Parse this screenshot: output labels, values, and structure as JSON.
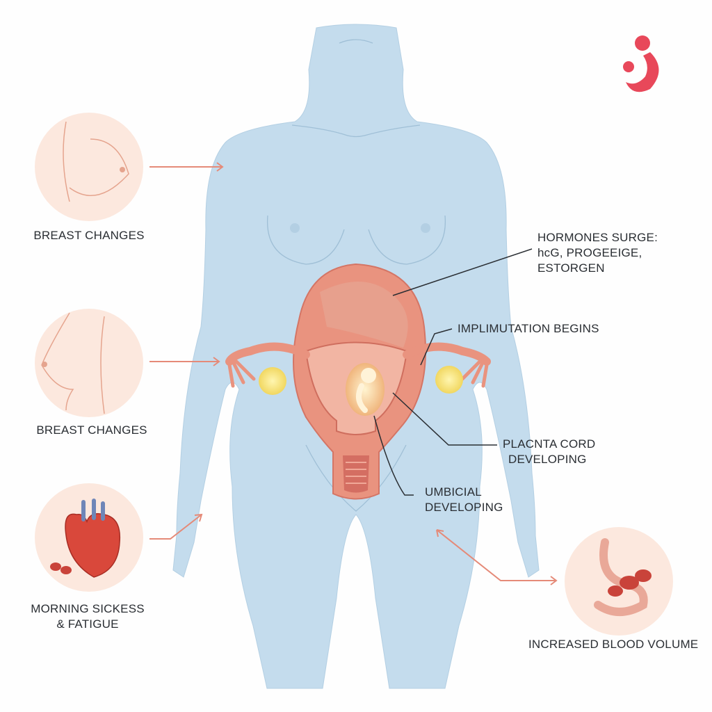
{
  "colors": {
    "body": "#c4dced",
    "uterus": "#e9937f",
    "accent": "#e8485a",
    "arrow": "#e58a78",
    "circle_bg": "#fce8de"
  },
  "logo": {
    "icon": "mother-child-logo-icon"
  },
  "callouts_left": [
    {
      "label": "BREAST CHANGES",
      "icon": "breast-front-icon"
    },
    {
      "label": "BREAST CHANGES",
      "icon": "breast-side-icon"
    },
    {
      "label_line1": "MORNING SICKESS",
      "label_line2": "& FATIGUE",
      "icon": "heart-icon"
    }
  ],
  "callouts_right": {
    "hormones": {
      "line1": "HORMONES SURGE:",
      "line2": "hcG, PROGEEIGE,",
      "line3": "ESTORGEN"
    },
    "implantation": "IMPLIMUTATION BEGINS",
    "placenta": {
      "line1": "PLACNTA CORD",
      "line2": "DEVELOPING"
    },
    "umbilical": {
      "line1": "UMBICIAL",
      "line2": "DEVELOPING"
    },
    "blood": {
      "label": "INCREASED BLOOD VOLUME",
      "icon": "stomach-blood-cells-icon"
    }
  }
}
